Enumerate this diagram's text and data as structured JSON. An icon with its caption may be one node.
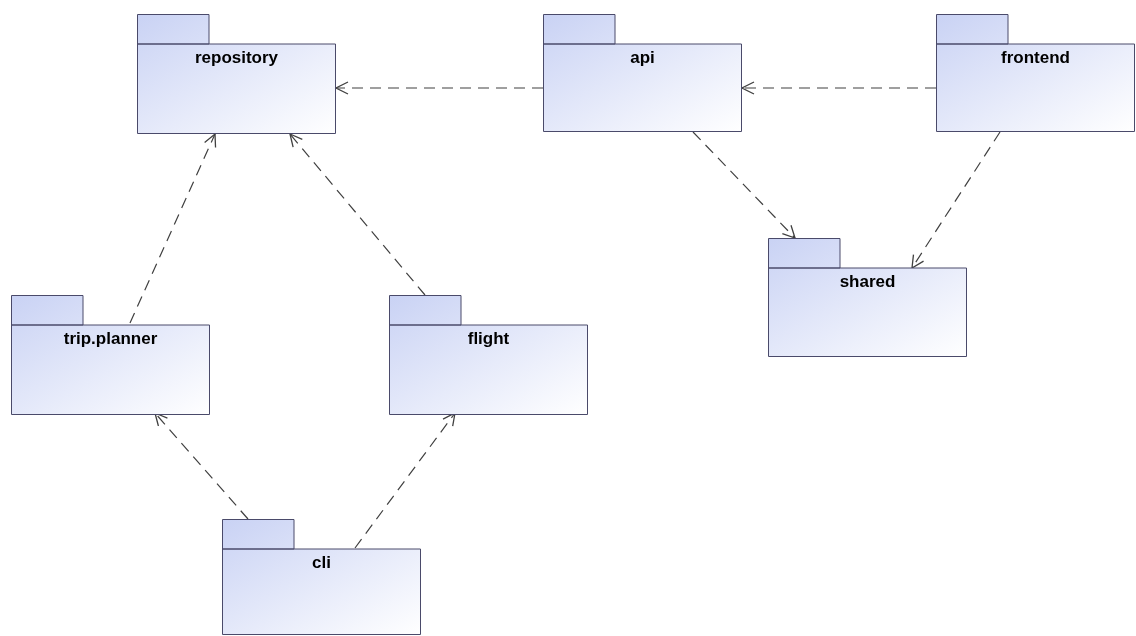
{
  "diagram": {
    "nodes": [
      {
        "text": [
          "repository"
        ]
      },
      {
        "text": [
          "api"
        ]
      },
      {
        "text": [
          "frontend"
        ]
      },
      {
        "text": [
          "shared"
        ]
      },
      {
        "text": [
          "trip.planner"
        ]
      },
      {
        "text": [
          "flight"
        ]
      },
      {
        "text": [
          "cli"
        ]
      }
    ],
    "edges": [
      {
        "from": 1,
        "to": 0,
        "arrow": "to",
        "style": "dashed"
      },
      {
        "from": 2,
        "to": 1,
        "arrow": "to",
        "style": "dashed"
      },
      {
        "from": 1,
        "to": 3,
        "arrow": "to",
        "style": "dashed"
      },
      {
        "from": 2,
        "to": 3,
        "arrow": "to",
        "style": "dashed"
      },
      {
        "from": 4,
        "to": 0,
        "arrow": "to",
        "style": "dashed"
      },
      {
        "from": 5,
        "to": 0,
        "arrow": "to",
        "style": "dashed"
      },
      {
        "from": 6,
        "to": 4,
        "arrow": "to",
        "style": "dashed"
      },
      {
        "from": 6,
        "to": 5,
        "arrow": "to",
        "style": "dashed"
      }
    ]
  }
}
